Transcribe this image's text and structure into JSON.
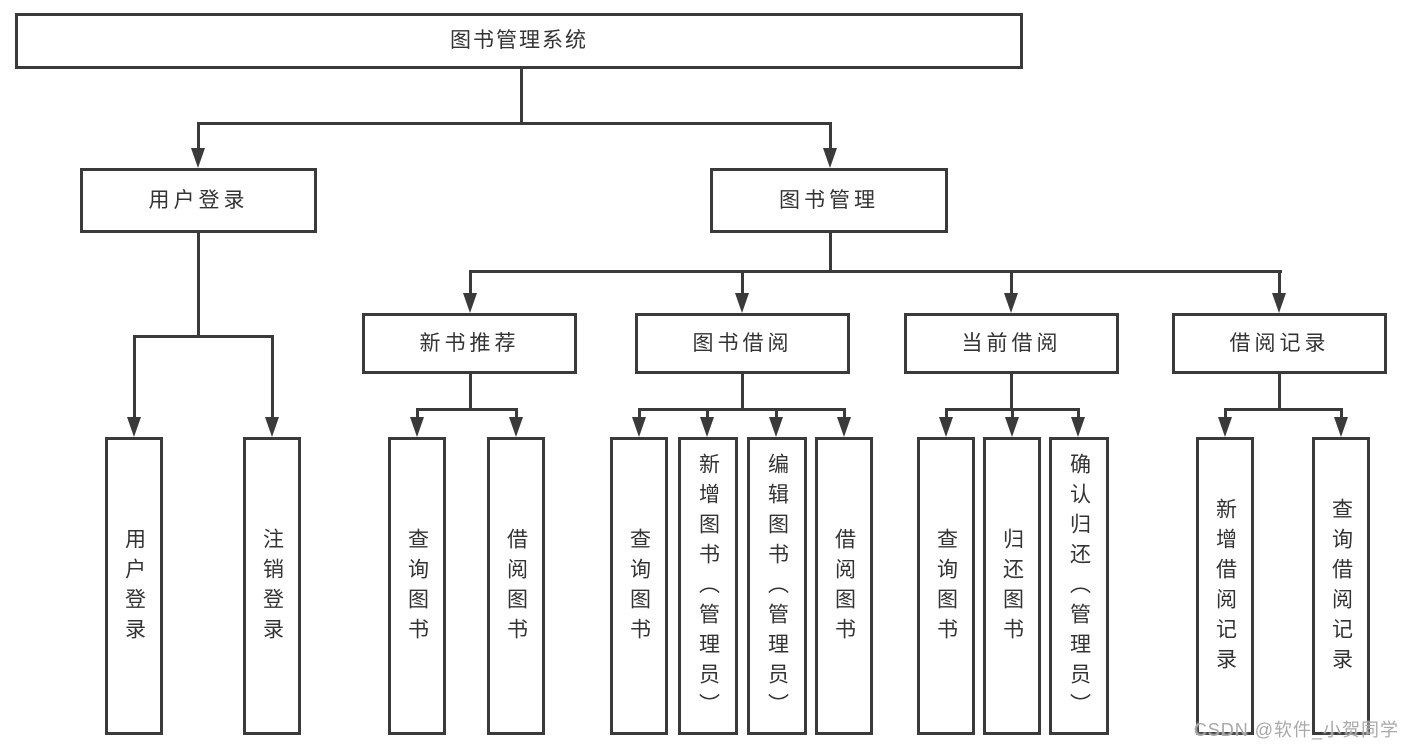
{
  "colors": {
    "line": "#3a3a3a",
    "text": "#333333",
    "watermark": "#a9a9a9",
    "background": "#ffffff"
  },
  "watermark": "CSDN @软件_小贺同学",
  "nodes": {
    "root": {
      "label": "图书管理系统"
    },
    "level2": [
      {
        "label": "用户登录"
      },
      {
        "label": "图书管理"
      }
    ],
    "level3": [
      {
        "label": "新书推荐"
      },
      {
        "label": "图书借阅"
      },
      {
        "label": "当前借阅"
      },
      {
        "label": "借阅记录"
      }
    ],
    "leaves": {
      "user_login": [
        {
          "label": "用户登录"
        },
        {
          "label": "注销登录"
        }
      ],
      "recommend": [
        {
          "label": "查询图书"
        },
        {
          "label": "借阅图书"
        }
      ],
      "borrow": [
        {
          "label": "查询图书"
        },
        {
          "label": "新增图书（管理员）"
        },
        {
          "label": "编辑图书（管理员）"
        },
        {
          "label": "借阅图书"
        }
      ],
      "current": [
        {
          "label": "查询图书"
        },
        {
          "label": "归还图书"
        },
        {
          "label": "确认归还（管理员）"
        }
      ],
      "records": [
        {
          "label": "新增借阅记录"
        },
        {
          "label": "查询借阅记录"
        }
      ]
    }
  }
}
